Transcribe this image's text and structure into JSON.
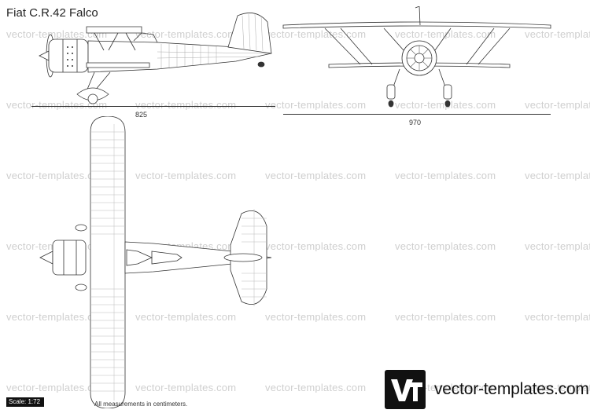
{
  "document": {
    "title": "Fiat C.R.42 Falco",
    "watermark_text": "vector-templates.com",
    "dimensions": {
      "side_length": "825",
      "front_span": "970"
    },
    "scale_label": "Scale: 1:72",
    "measurement_note": "All measurements in centimeters.",
    "logo": {
      "mark": "VT",
      "text": "vector-templates.com"
    }
  }
}
